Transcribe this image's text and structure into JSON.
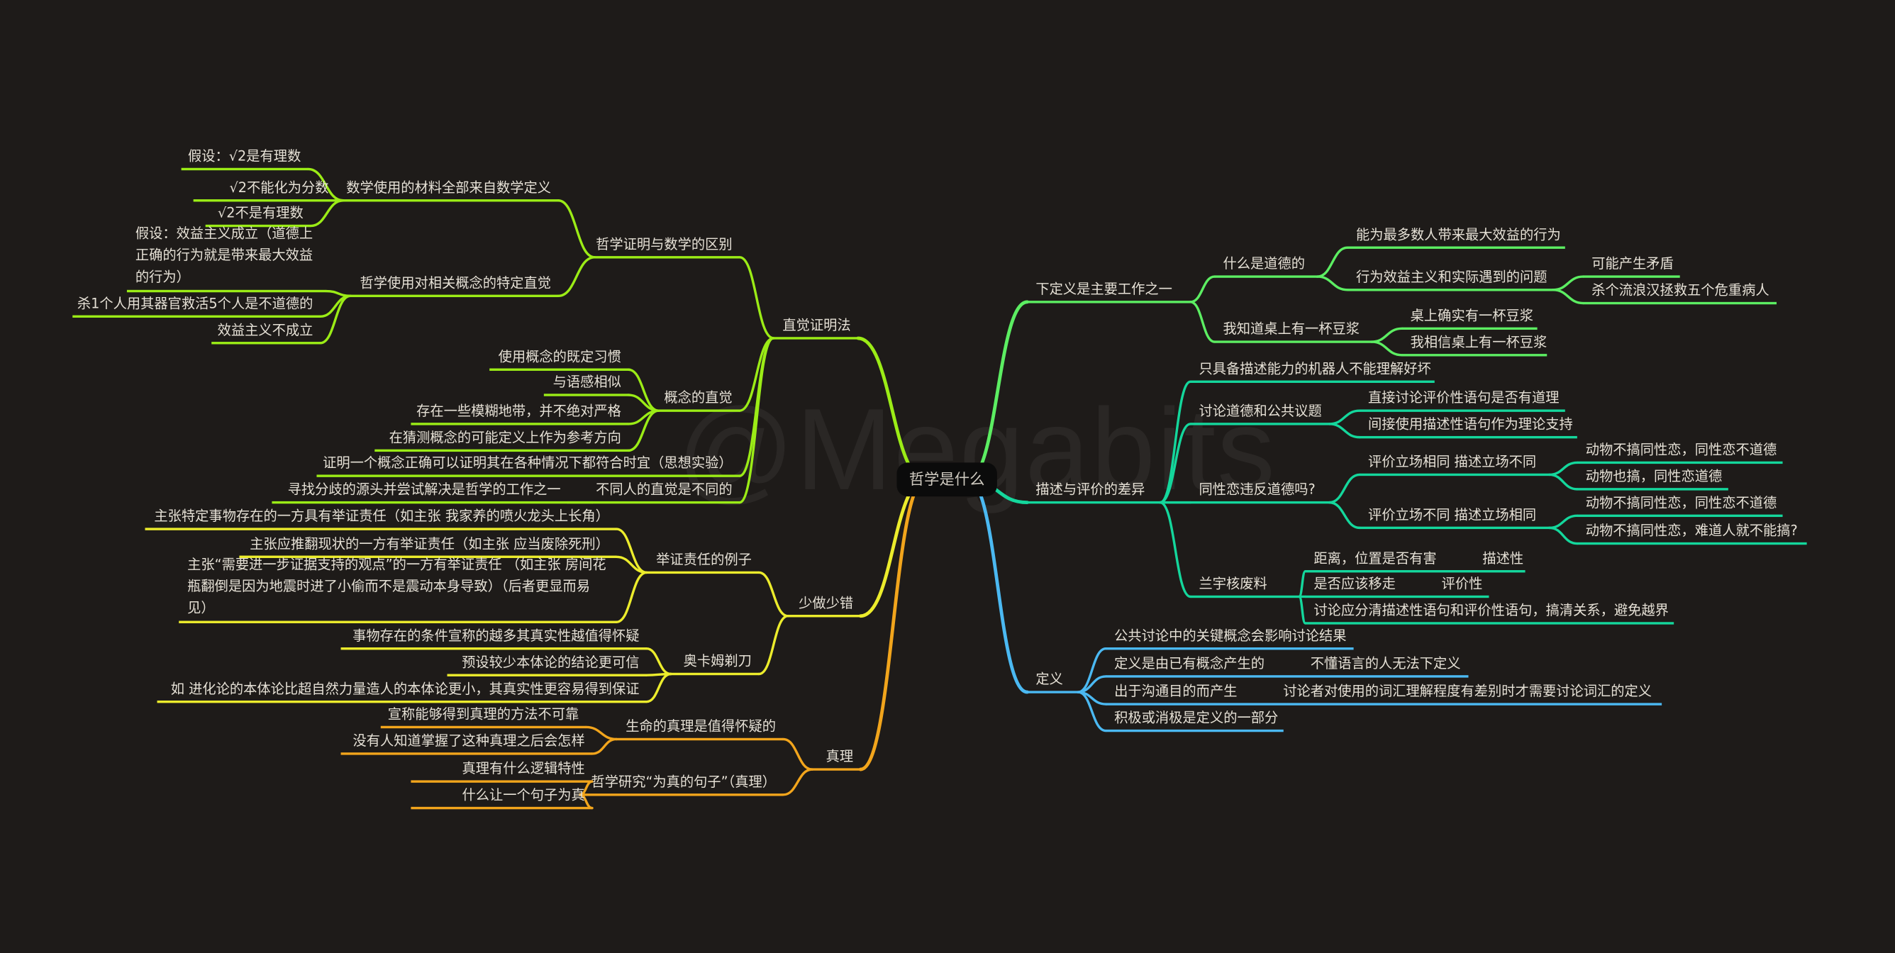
{
  "root": "哲学是什么",
  "watermark": "@Megabits",
  "colors": {
    "background": "#1e1b19",
    "intuition": "#9bec16",
    "less_errors": "#ecec2c",
    "truth": "#f2a51c",
    "definition_work": "#5cee62",
    "describe_vs_evaluate": "#14d79c",
    "definition": "#4bb9f2"
  },
  "left": [
    {
      "label": "直觉证明法",
      "items": [
        {
          "label": "哲学证明与数学的区别",
          "items": [
            {
              "label": "数学使用的材料全部来自数学定义",
              "items": [
                {
                  "label": "假设：√2是有理数"
                },
                {
                  "label": "√2不能化为分数"
                },
                {
                  "label": "√2不是有理数"
                }
              ]
            },
            {
              "label": "哲学使用对相关概念的特定直觉",
              "items": [
                {
                  "label": "假设：效益主义成立（道德上正确的行为就是带来最大效益的行为）"
                },
                {
                  "label": "杀1个人用其器官救活5个人是不道德的"
                },
                {
                  "label": "效益主义不成立"
                }
              ]
            }
          ]
        },
        {
          "label": "概念的直觉",
          "items": [
            {
              "label": "使用概念的既定习惯"
            },
            {
              "label": "与语感相似"
            },
            {
              "label": "存在一些模糊地带，并不绝对严格"
            },
            {
              "label": "在猜测概念的可能定义上作为参考方向"
            }
          ]
        },
        {
          "label": "证明一个概念正确可以证明其在各种情况下都符合时宜（思想实验）"
        },
        {
          "label": "不同人的直觉是不同的",
          "items": [
            {
              "label": "寻找分歧的源头并尝试解决是哲学的工作之一"
            }
          ]
        }
      ]
    },
    {
      "label": "少做少错",
      "items": [
        {
          "label": "举证责任的例子",
          "items": [
            {
              "label": "主张特定事物存在的一方具有举证责任（如主张 我家养的喷火龙头上长角）"
            },
            {
              "label": "主张应推翻现状的一方有举证责任（如主张 应当废除死刑）"
            },
            {
              "label": "主张“需要进一步证据支持的观点”的一方有举证责任 （如主张 房间花瓶翻倒是因为地震时进了小偷而不是震动本身导致）（后者更显而易见）"
            }
          ]
        },
        {
          "label": "奥卡姆剃刀",
          "items": [
            {
              "label": "事物存在的条件宣称的越多其真实性越值得怀疑"
            },
            {
              "label": "预设较少本体论的结论更可信"
            },
            {
              "label": "如 进化论的本体论比超自然力量造人的本体论更小，其真实性更容易得到保证"
            }
          ]
        }
      ]
    },
    {
      "label": "真理",
      "items": [
        {
          "label": "生命的真理是值得怀疑的",
          "items": [
            {
              "label": "宣称能够得到真理的方法不可靠"
            },
            {
              "label": "没有人知道掌握了这种真理之后会怎样"
            }
          ]
        },
        {
          "label": "哲学研究“为真的句子”（真理）",
          "items": [
            {
              "label": "真理有什么逻辑特性"
            },
            {
              "label": "什么让一个句子为真"
            }
          ]
        }
      ]
    }
  ],
  "right": [
    {
      "label": "下定义是主要工作之一",
      "items": [
        {
          "label": "什么是道德的",
          "items": [
            {
              "label": "能为最多数人带来最大效益的行为"
            },
            {
              "label": "行为效益主义和实际遇到的问题",
              "items": [
                {
                  "label": "可能产生矛盾"
                },
                {
                  "label": "杀个流浪汉拯救五个危重病人"
                }
              ]
            }
          ]
        },
        {
          "label": "我知道桌上有一杯豆浆",
          "items": [
            {
              "label": "桌上确实有一杯豆浆"
            },
            {
              "label": "我相信桌上有一杯豆浆"
            }
          ]
        }
      ]
    },
    {
      "label": "描述与评价的差异",
      "items": [
        {
          "label": "只具备描述能力的机器人不能理解好坏"
        },
        {
          "label": "讨论道德和公共议题",
          "items": [
            {
              "label": "直接讨论评价性语句是否有道理"
            },
            {
              "label": "间接使用描述性语句作为理论支持"
            }
          ]
        },
        {
          "label": "同性恋违反道德吗?",
          "items": [
            {
              "label": "评价立场相同 描述立场不同",
              "items": [
                {
                  "label": "动物不搞同性恋，同性恋不道德"
                },
                {
                  "label": "动物也搞，同性恋道德"
                }
              ]
            },
            {
              "label": "评价立场不同 描述立场相同",
              "items": [
                {
                  "label": "动物不搞同性恋，同性恋不道德"
                },
                {
                  "label": "动物不搞同性恋，难道人就不能搞?"
                }
              ]
            }
          ]
        },
        {
          "label": "兰宇核废料",
          "items": [
            {
              "label": "距离，位置是否有害",
              "note": "描述性"
            },
            {
              "label": "是否应该移走",
              "note": "评价性"
            },
            {
              "label": "讨论应分清描述性语句和评价性语句，搞清关系，避免越界"
            }
          ]
        }
      ]
    },
    {
      "label": "定义",
      "items": [
        {
          "label": "公共讨论中的关键概念会影响讨论结果"
        },
        {
          "label": "定义是由已有概念产生的",
          "note": "不懂语言的人无法下定义"
        },
        {
          "label": "出于沟通目的而产生",
          "note": "讨论者对使用的词汇理解程度有差别时才需要讨论词汇的定义"
        },
        {
          "label": "积极或消极是定义的一部分"
        }
      ]
    }
  ]
}
